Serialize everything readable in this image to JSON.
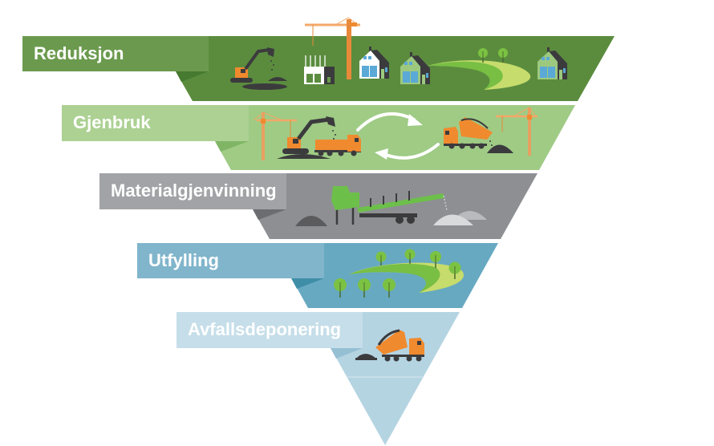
{
  "diagram": {
    "type": "inverted-pyramid",
    "levels": [
      {
        "label": "Reduksjon",
        "band_color": "#5b8c3e",
        "label_color": "#6b9a4e",
        "fold_color": "#467a30",
        "illustration": [
          "excavator-icon",
          "building-under-construction-icon",
          "crane-icon",
          "house-icon",
          "house-icon",
          "green-hill-icon",
          "tree-icon",
          "tree-icon",
          "house-icon"
        ]
      },
      {
        "label": "Gjenbruk",
        "band_color": "#9fcb85",
        "label_color": "#acd193",
        "fold_color": "#80b566",
        "illustration": [
          "crane-icon",
          "excavator-icon",
          "dump-truck-icon",
          "recycle-arrows-icon",
          "tipping-truck-icon",
          "soil-mound-icon",
          "crane-icon"
        ]
      },
      {
        "label": "Materialgjenvinning",
        "band_color": "#8e8f93",
        "label_color": "#a2a3a7",
        "fold_color": "#6c6d71",
        "illustration": [
          "dark-mound-icon",
          "crusher-machine-icon",
          "gravel-mound-icon"
        ]
      },
      {
        "label": "Utfylling",
        "band_color": "#67a9c1",
        "label_color": "#80b5cc",
        "fold_color": "#3f8ea8",
        "illustration": [
          "green-hill-icon",
          "tree-icon"
        ]
      },
      {
        "label": "Avfallsdeponering",
        "band_color": "#b5d4e2",
        "label_color": "#c5dee9",
        "fold_color": "#95bfd2",
        "illustration": [
          "tipping-truck-icon",
          "soil-mound-icon"
        ]
      }
    ]
  },
  "palette": {
    "orange": "#f08a2e",
    "dark": "#3b3b3d",
    "window_blue": "#5aa9d6",
    "grass_green": "#78bf44",
    "grass_light": "#c6dc6c",
    "white": "#ffffff"
  }
}
